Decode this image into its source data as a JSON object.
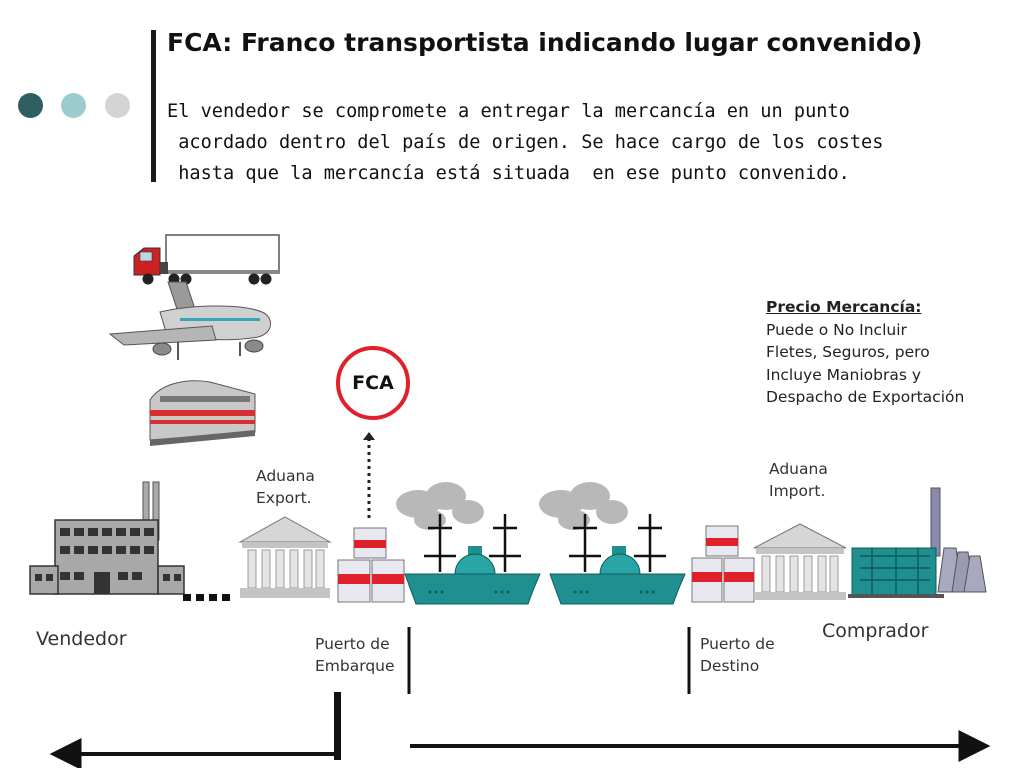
{
  "slide": {
    "title": "FCA: Franco transportista indicando lugar convenido)",
    "body_lines": [
      "El vendedor se compromete a entregar la mercancía en un punto",
      " acordado dentro del país de origen. Se hace cargo de los costes",
      " hasta que la mercancía está situada  en ese punto convenido."
    ],
    "dot_colors": [
      "#2f5e62",
      "#9cccce",
      "#d4d4d4"
    ]
  },
  "diagram": {
    "fca_label": "FCA",
    "aduana_export": [
      "Aduana",
      "Export."
    ],
    "aduana_import": [
      "Aduana",
      "Import."
    ],
    "vendedor": "Vendedor",
    "comprador": "Comprador",
    "puerto_embarque": [
      "Puerto de",
      "Embarque"
    ],
    "puerto_destino": [
      "Puerto de",
      "Destino"
    ],
    "precio": {
      "heading": "Precio Mercancía:",
      "lines": [
        "Puede o No Incluir",
        "Fletes, Seguros, pero",
        "Incluye Maniobras y",
        "Despacho de Exportación"
      ]
    },
    "icons": [
      "truck-icon",
      "airplane-icon",
      "train-icon",
      "factory-icon",
      "customs-building-icon",
      "container-stack-icon",
      "ship-icon",
      "power-plant-icon"
    ],
    "colors": {
      "fca_ring": "#e0202a",
      "ship": "#1f8f8f",
      "container_stripe": "#e0202a"
    }
  }
}
